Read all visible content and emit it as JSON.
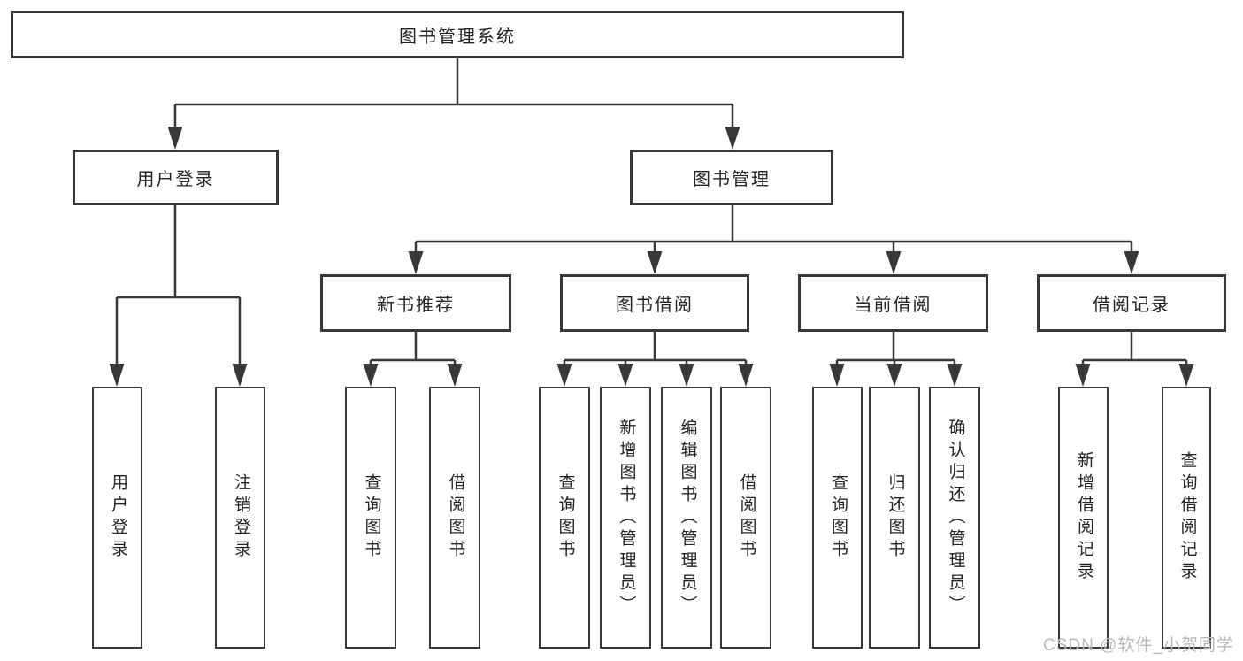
{
  "colors": {
    "line": "#383838",
    "box_border": "#383838",
    "text": "#242424",
    "background": "#ffffff",
    "watermark": "#b9b9b9"
  },
  "watermark": {
    "text": "CSDN @软件_小贺同学"
  },
  "tree": {
    "root": {
      "label": "图书管理系统",
      "children": [
        {
          "label": "用户登录",
          "children": [
            {
              "label": "用户登录"
            },
            {
              "label": "注销登录"
            }
          ]
        },
        {
          "label": "图书管理",
          "children": [
            {
              "label": "新书推荐",
              "children": [
                {
                  "label": "查询图书"
                },
                {
                  "label": "借阅图书"
                }
              ]
            },
            {
              "label": "图书借阅",
              "children": [
                {
                  "label": "查询图书"
                },
                {
                  "label": "新增图书（管理员）"
                },
                {
                  "label": "编辑图书（管理员）"
                },
                {
                  "label": "借阅图书"
                }
              ]
            },
            {
              "label": "当前借阅",
              "children": [
                {
                  "label": "查询图书"
                },
                {
                  "label": "归还图书"
                },
                {
                  "label": "确认归还（管理员）"
                }
              ]
            },
            {
              "label": "借阅记录",
              "children": [
                {
                  "label": "新增借阅记录"
                },
                {
                  "label": "查询借阅记录"
                }
              ]
            }
          ]
        }
      ]
    }
  }
}
